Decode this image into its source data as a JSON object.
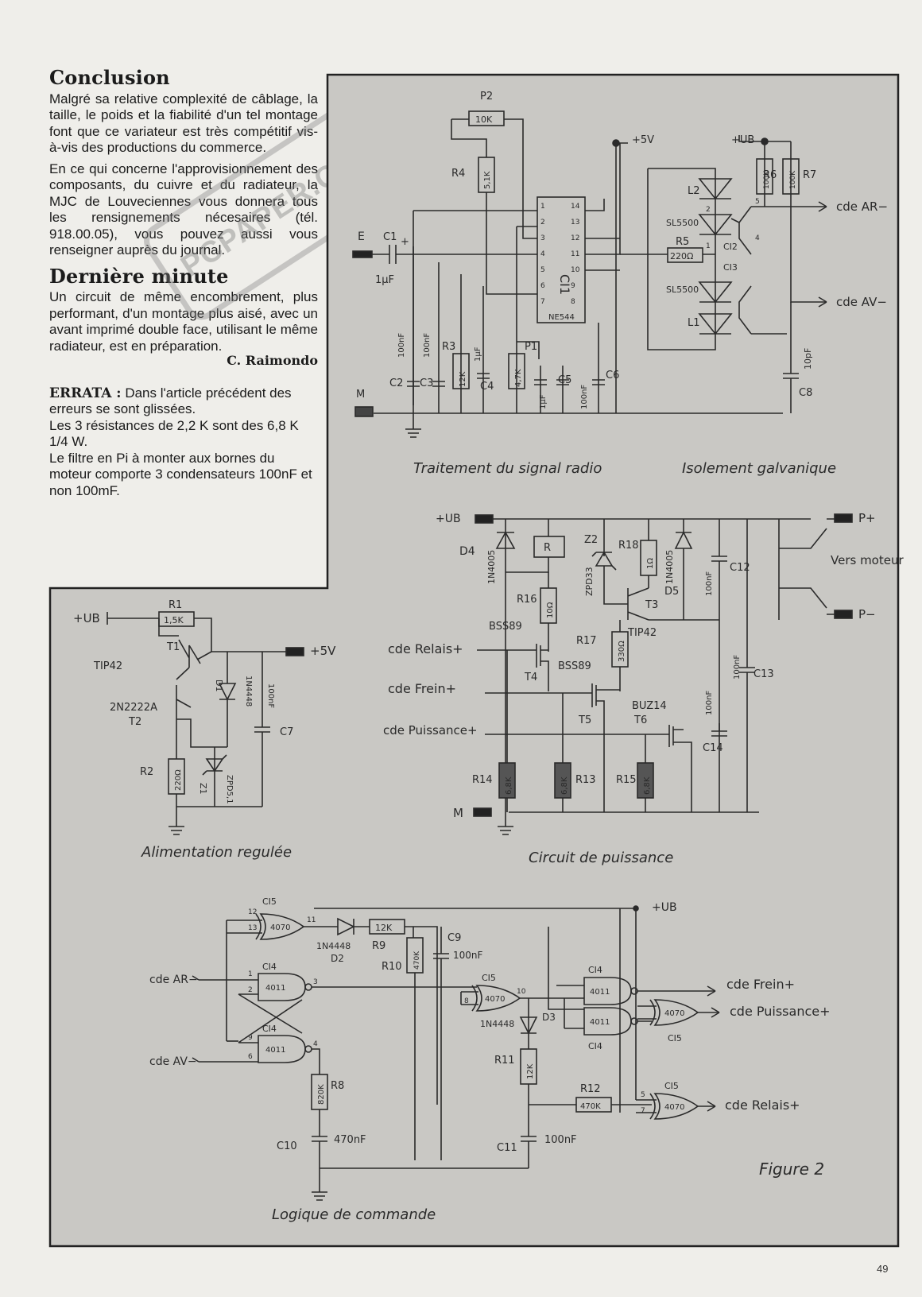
{
  "article": {
    "conclusion_title": "Conclusion",
    "conclusion_p1": "Malgré sa relative complexité de câblage, la taille, le poids et la fiabilité d'un tel montage font que ce variateur est très compétitif vis-à-vis des productions du commerce.",
    "conclusion_p2": "En ce qui concerne l'approvisionnement des composants, du cuivre et du radiateur, la MJC de Louveciennes vous donnera tous les rensignements nécesaires (tél. 918.00.05), vous pouvez aussi vous renseigner auprès du journal.",
    "last_minute_title": "Dernière minute",
    "last_minute_p": "Un circuit de même encombrement, plus performant, d'un montage plus aisé, avec un avant imprimé double face, utilisant le même radiateur, est en préparation.",
    "author": "C. Raimondo",
    "errata_label": "ERRATA :",
    "errata_line1": "Dans l'article précédent des erreurs se sont glissées.",
    "errata_line2": "Les 3 résistances de 2,2 K sont des 6,8 K 1/4 W.",
    "errata_line3": "Le filtre en Pi à monter aux bornes du moteur comporte 3 condensateurs 100nF et non 100mF."
  },
  "watermark": "PCPAPER.COM",
  "page_number": "49",
  "schematic": {
    "figure_label": "Figure 2",
    "sections": {
      "signal_processing": "Traitement du signal radio",
      "galvanic_isolation": "Isolement galvanique",
      "power_circuit": "Circuit de puissance",
      "regulated_supply": "Alimentation regulée",
      "control_logic": "Logique de commande"
    },
    "top": {
      "p2": "P2",
      "p2_value": "10K",
      "r4": "R4",
      "r4_value": "5,1K",
      "v5": "+5V",
      "ub": "+UB",
      "ic1": "CI1",
      "ic1_part": "NE544",
      "pins_left": [
        "1",
        "2",
        "3",
        "4",
        "5",
        "6",
        "7"
      ],
      "pins_right": [
        "14",
        "13",
        "12",
        "11",
        "10",
        "9",
        "8"
      ],
      "input_label": "E",
      "c1": "C1",
      "c1_value": "1µF",
      "c1_plus": "+",
      "c2": "C2",
      "c2_value": "100nF",
      "c3": "C3",
      "c3_value": "100nF",
      "r3": "R3",
      "r3_value": "12K",
      "c4": "C4",
      "c4_value": "1µF",
      "p1": "P1",
      "p1_value": "4,7K",
      "c5": "C5",
      "c5_value": "1µF",
      "c6": "C6",
      "c6_value": "100nF",
      "m_label": "M",
      "r5": "R5",
      "r5_value": "220Ω",
      "l2": "L2",
      "l1": "L1",
      "sl_top": "SL5500",
      "sl_bottom": "SL5500",
      "ci2": "CI2",
      "ci3": "CI3",
      "r6": "R6",
      "r6_value": "100K",
      "r7": "R7",
      "r7_value": "100K",
      "c8": "C8",
      "c8_value": "10pF",
      "out_ar": "cde AR−",
      "out_av": "cde AV−",
      "pin_1": "1",
      "pin_2": "2",
      "pin_4": "4",
      "pin_5": "5"
    },
    "power": {
      "ub": "+UB",
      "p_plus": "P+",
      "p_minus": "P−",
      "motor": "Vers moteur",
      "d4": "D4",
      "d4_part": "1N4005",
      "relay": "R",
      "r16": "R16",
      "r16_value": "10Ω",
      "z2": "Z2",
      "z2_part": "ZPD33",
      "r18": "R18",
      "r18_value": "1Ω",
      "d5": "D5",
      "d5_part": "1N4005",
      "t3": "T3",
      "t3_part": "TIP42",
      "c12": "C12",
      "c12_value": "100nF",
      "c13": "C13",
      "c13_value": "100nF",
      "c14": "C14",
      "c14_value": "100nF",
      "t4_part": "BSS89",
      "t4": "T4",
      "t5_part": "BSS89",
      "t5": "T5",
      "t6_part": "BUZ14",
      "t6": "T6",
      "r17": "R17",
      "r17_value": "330Ω",
      "in_relay": "cde Relais+",
      "in_brake": "cde Frein+",
      "in_power": "cde Puissance+",
      "r14": "R14",
      "r14_value": "6,8K",
      "r13": "R13",
      "r13_value": "6,8K",
      "r15": "R15",
      "r15_value": "6,8K",
      "m_label": "M"
    },
    "supply": {
      "ub": "+UB",
      "v5": "+5V",
      "r1": "R1",
      "r1_value": "1,5K",
      "t1": "T1",
      "t1_part": "TIP42",
      "t2": "T2",
      "t2_part": "2N2222A",
      "d1": "D1",
      "d1_part": "1N4448",
      "c7": "C7",
      "c7_value": "100nF",
      "r2": "R2",
      "r2_value": "220Ω",
      "z1": "Z1",
      "z1_part": "ZPD5,1"
    },
    "logic": {
      "ub": "+UB",
      "ci5_a": "CI5",
      "ci5_b": "CI5",
      "ci5_c": "CI5",
      "ci5_d": "CI5",
      "ci4_a": "CI4",
      "ci4_b": "CI4",
      "ci4_c": "CI4",
      "ci4_d": "CI4",
      "gate_xor": "4070",
      "gate_nand": "4011",
      "d2": "D2",
      "d2_part": "1N4448",
      "d3": "D3",
      "d3_part": "1N4448",
      "r9": "R9",
      "r9_value": "12K",
      "r10": "R10",
      "r10_value": "470K",
      "r11": "R11",
      "r11_value": "12K",
      "r12": "R12",
      "r12_value": "470K",
      "r8": "R8",
      "r8_value": "820K",
      "c9": "C9",
      "c9_value": "100nF",
      "c10": "C10",
      "c10_value": "470nF",
      "c11": "C11",
      "c11_value": "100nF",
      "in_ar": "cde AR−",
      "in_av": "cde AV−",
      "out_brake": "cde Frein+",
      "out_power": "cde Puissance+",
      "out_relay": "cde Relais+",
      "pins": {
        "p12": "12",
        "p13": "13",
        "p11": "11",
        "p1": "1",
        "p2": "2",
        "p3": "3",
        "p9": "9",
        "p6": "6",
        "p4": "4",
        "p8": "8",
        "p10": "10",
        "p5": "5",
        "p7": "7"
      }
    }
  }
}
